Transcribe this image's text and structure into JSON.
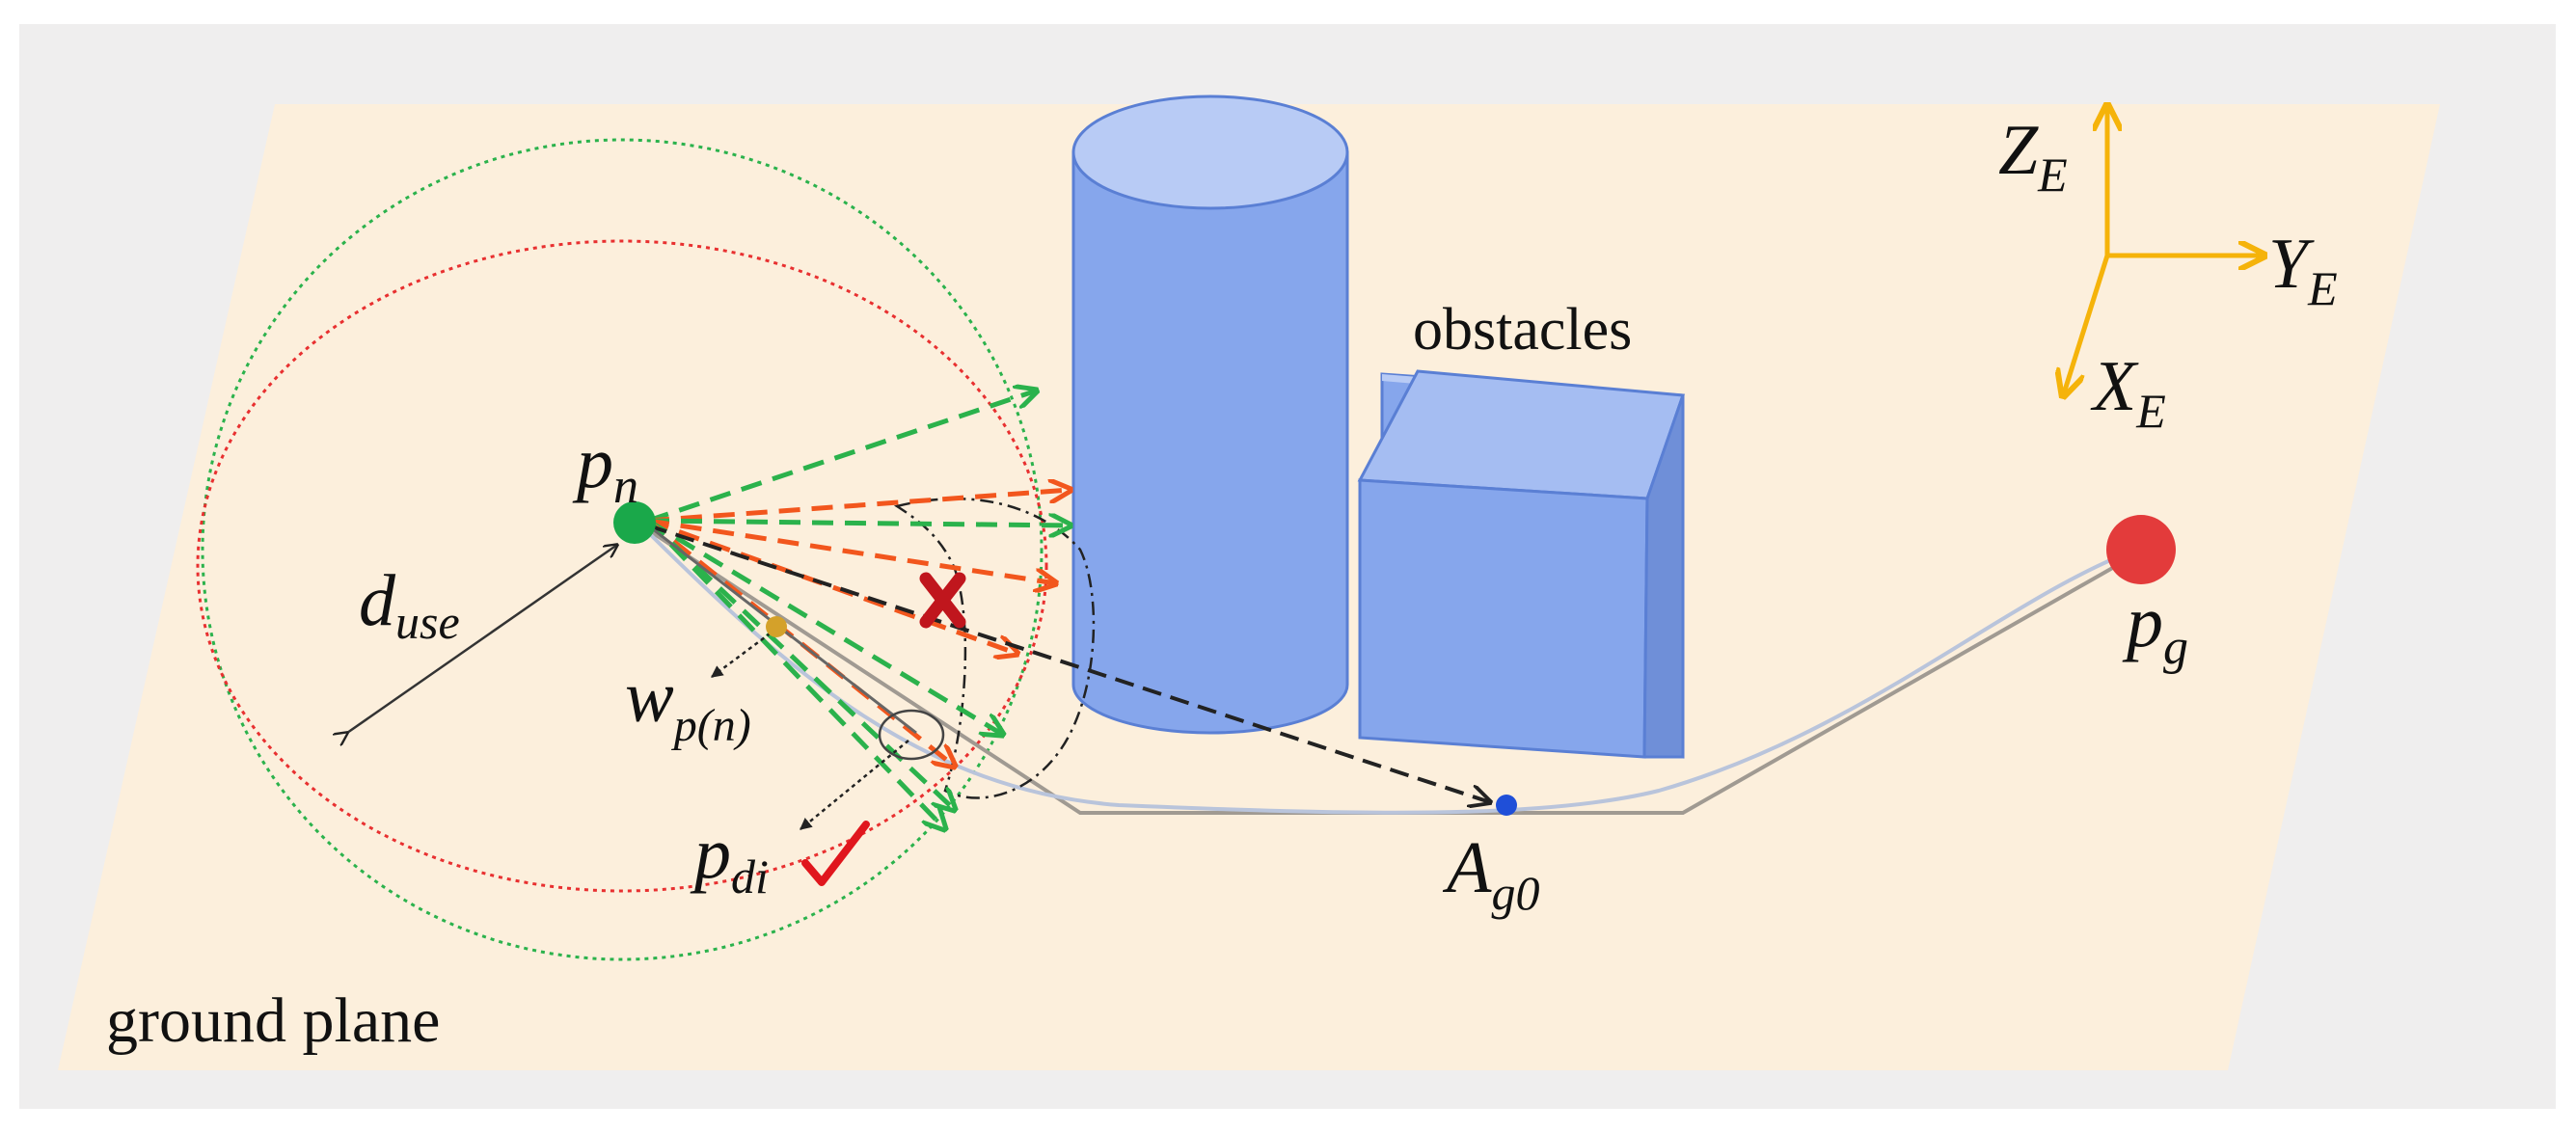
{
  "labels": {
    "obstacles": "obstacles",
    "ground_plane": "ground plane"
  },
  "symbols": {
    "p_n": {
      "base": "p",
      "sub": "n"
    },
    "d_use": {
      "base": "d",
      "sub": "use"
    },
    "w_pn": {
      "base": "w",
      "sub": "p(n)"
    },
    "p_di": {
      "base": "p",
      "sub": "di"
    },
    "A_g0": {
      "base": "A",
      "sub": "g0"
    },
    "p_g": {
      "base": "p",
      "sub": "g"
    }
  },
  "axes": {
    "z": {
      "base": "Z",
      "sub": "E"
    },
    "y": {
      "base": "Y",
      "sub": "E"
    },
    "x": {
      "base": "X",
      "sub": "E"
    }
  },
  "colors": {
    "background": "#efeeee",
    "plane": "#fcefdc",
    "obstacle_fill": "#86a6ec",
    "obstacle_top": "#b8cbf5",
    "obstacle_side": "#6f8fd8",
    "obstacle_stroke": "#5a7fd4",
    "green_ray": "#2bb24c",
    "red_ray": "#f2561d",
    "start_node": "#1aa84a",
    "goal_node": "#e33b3b",
    "anchor_node": "#1f4fd8",
    "waypoint": "#d4a12a",
    "axis": "#f5b30a",
    "cross": "#c0161d",
    "check": "#e0161d",
    "path_gray": "#9a9a9a",
    "path_blue": "#a9b8d6"
  },
  "icons": {
    "cross": "x-mark-icon",
    "check": "check-mark-icon"
  }
}
